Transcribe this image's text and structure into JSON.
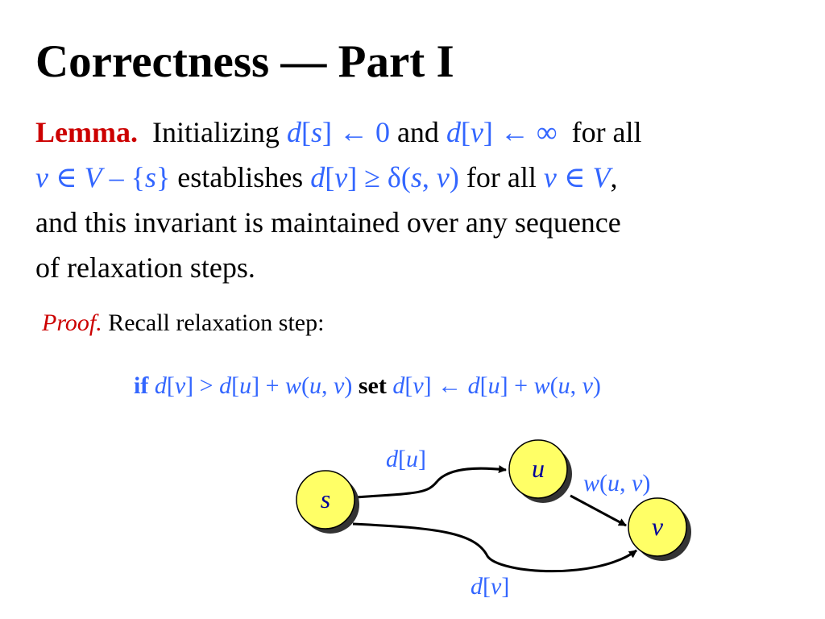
{
  "title": "Correctness — Part I",
  "lemma": {
    "heading": "Lemma.",
    "line1": {
      "t1": "Initializing ",
      "d1": "d",
      "b1": "[",
      "s1": "s",
      "b2": "] ← 0",
      "t2": " and ",
      "d2": "d",
      "b3": "[",
      "v1": "v",
      "b4": "] ← ∞",
      "t3": "  for all"
    },
    "line2": {
      "v2": "v",
      "m1": " ∈ ",
      "V1": "V",
      "m2": " – {",
      "s2": "s",
      "m3": "}",
      "t4": " establishes ",
      "d3": "d",
      "b5": "[",
      "v3": "v",
      "b6": "] ≥ δ(",
      "s3": "s",
      "c1": ", ",
      "v4": "v",
      "p1": ")",
      "t5": " for all ",
      "v5": "v",
      "m4": " ∈ ",
      "V2": "V",
      "t6": ","
    },
    "line3": "and this invariant is maintained over any sequence",
    "line4": "of relaxation steps."
  },
  "proof": {
    "label": "Proof.",
    "text": " Recall relaxation step:"
  },
  "formula": {
    "if": "if",
    "f1": " d",
    "f2": "[",
    "f3": "v",
    "f4": "] > ",
    "f5": "d",
    "f6": "[",
    "f7": "u",
    "f8": "] + ",
    "f9": "w",
    "f10": "(",
    "f11": "u",
    "f12": ", ",
    "f13": "v",
    "f14": ") ",
    "set": "set",
    "g1": " d",
    "g2": "[",
    "g3": "v",
    "g4": "] ← ",
    "g5": "d",
    "g6": "[",
    "g7": "u",
    "g8": "] + ",
    "g9": "w",
    "g10": "(",
    "g11": "u",
    "g12": ", ",
    "g13": "v",
    "g14": ")"
  },
  "graph": {
    "nodes": {
      "s": "s",
      "u": "u",
      "v": "v"
    },
    "edge_su": {
      "d": "d",
      "open": "[",
      "var": "u",
      "close": "]"
    },
    "edge_uv": {
      "w": "w",
      "open": "(",
      "a": "u",
      "sep": ", ",
      "b": "v",
      "close": ")"
    },
    "edge_sv": {
      "d": "d",
      "open": "[",
      "var": "v",
      "close": "]"
    },
    "colors": {
      "node_fill": "#ffff66",
      "node_shadow": "#333333",
      "node_text": "#000099",
      "label_text": "#3366ff",
      "edge": "#000000"
    }
  }
}
